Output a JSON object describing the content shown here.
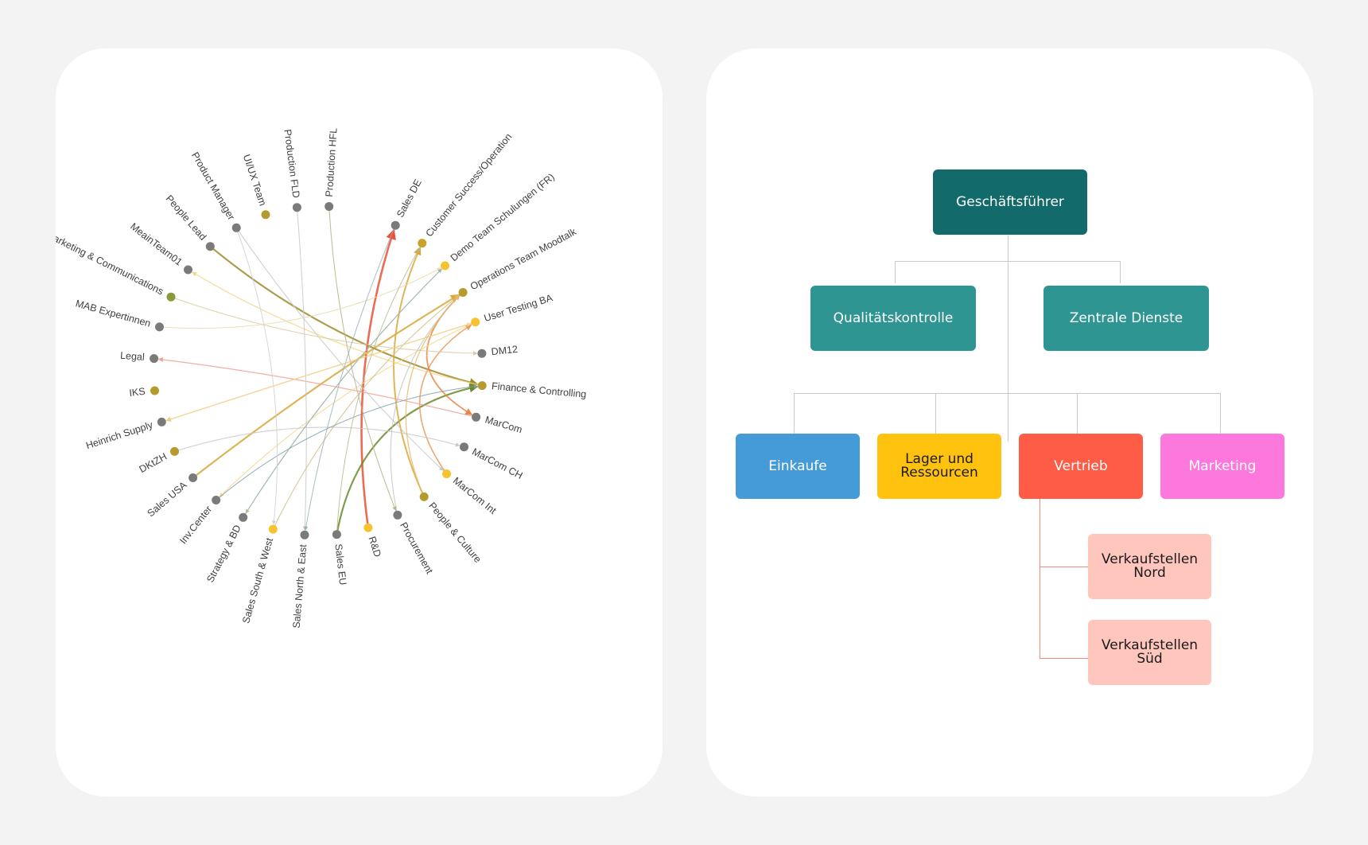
{
  "chord_diagram": {
    "nodes": [
      {
        "label": "Sales DE",
        "color": "#7a7a7a"
      },
      {
        "label": "Customer Success/Operation",
        "color": "#c9a227"
      },
      {
        "label": "Demo Team Schulungen (FR)",
        "color": "#f7c230"
      },
      {
        "label": "Operations Team Moodtalk",
        "color": "#b59b2e"
      },
      {
        "label": "User Testing BA",
        "color": "#f7c230"
      },
      {
        "label": "DM12",
        "color": "#7a7a7a"
      },
      {
        "label": "Finance & Controlling",
        "color": "#b59b2e"
      },
      {
        "label": "MarCom",
        "color": "#7a7a7a"
      },
      {
        "label": "MarCom CH",
        "color": "#7a7a7a"
      },
      {
        "label": "MarCom Int",
        "color": "#f7c230"
      },
      {
        "label": "People & Culture",
        "color": "#b59b2e"
      },
      {
        "label": "Procurement",
        "color": "#7a7a7a"
      },
      {
        "label": "R&D",
        "color": "#f7c230"
      },
      {
        "label": "Sales EU",
        "color": "#7a7a7a"
      },
      {
        "label": "Sales North & East",
        "color": "#7a7a7a"
      },
      {
        "label": "Sales South & West",
        "color": "#f7c230"
      },
      {
        "label": "Strategy & BD",
        "color": "#7a7a7a"
      },
      {
        "label": "Inv.Center",
        "color": "#7a7a7a"
      },
      {
        "label": "Sales USA",
        "color": "#7a7a7a"
      },
      {
        "label": "DKtZH",
        "color": "#b59b2e"
      },
      {
        "label": "Heinrich Supply",
        "color": "#7a7a7a"
      },
      {
        "label": "IKS",
        "color": "#b59b2e"
      },
      {
        "label": "Legal",
        "color": "#7a7a7a"
      },
      {
        "label": "MAB Expertinnen",
        "color": "#7a7a7a"
      },
      {
        "label": "Marketing & Communications",
        "color": "#8a9a3a"
      },
      {
        "label": "MeainTeam01",
        "color": "#7a7a7a"
      },
      {
        "label": "People Lead",
        "color": "#7a7a7a"
      },
      {
        "label": "Product Manager",
        "color": "#7a7a7a"
      },
      {
        "label": "UI/UX Team",
        "color": "#b59b2e"
      },
      {
        "label": "Production FLD",
        "color": "#7a7a7a"
      },
      {
        "label": "Production HFL",
        "color": "#7a7a7a"
      }
    ],
    "links": [
      {
        "from": "R&D",
        "to": "Sales DE",
        "color": "#e8513a",
        "width": 2.6
      },
      {
        "from": "Sales USA",
        "to": "Operations Team Moodtalk",
        "color": "#d9a93a",
        "width": 2.2
      },
      {
        "from": "People Lead",
        "to": "Finance & Controlling",
        "color": "#a08a2a",
        "width": 2.2
      },
      {
        "from": "Sales EU",
        "to": "Finance & Controlling",
        "color": "#6b8a2a",
        "width": 2.2
      },
      {
        "from": "People & Culture",
        "to": "Customer Success/Operation",
        "color": "#d9a93a",
        "width": 2
      },
      {
        "from": "MarCom Int",
        "to": "User Testing BA",
        "color": "#e89a5a",
        "width": 1.6
      },
      {
        "from": "Operations Team Moodtalk",
        "to": "MarCom",
        "color": "#e8874a",
        "width": 1.8
      },
      {
        "from": "User Testing BA",
        "to": "Heinrich Supply",
        "color": "#f5c26a",
        "width": 1.3
      },
      {
        "from": "MarCom",
        "to": "Legal",
        "color": "#f0a090",
        "width": 1.2
      },
      {
        "from": "Finance & Controlling",
        "to": "MeainTeam01",
        "color": "#f5d68a",
        "width": 1.2
      },
      {
        "from": "User Testing BA",
        "to": "Inv.Center",
        "color": "#f5d68a",
        "width": 1.1
      },
      {
        "from": "Demo Team Schulungen (FR)",
        "to": "Strategy & BD",
        "color": "#b8c98a",
        "width": 1.1
      },
      {
        "from": "Product Manager",
        "to": "MarCom Int",
        "color": "#c8c8c8",
        "width": 1.1
      },
      {
        "from": "Production FLD",
        "to": "Sales North & East",
        "color": "#c8c8c8",
        "width": 1.1
      },
      {
        "from": "Production HFL",
        "to": "Procurement",
        "color": "#b5b58a",
        "width": 1.1
      },
      {
        "from": "DKtZH",
        "to": "MarCom CH",
        "color": "#c8c8c8",
        "width": 1.1
      },
      {
        "from": "Sales South & West",
        "to": "Operations Team Moodtalk",
        "color": "#d0c08a",
        "width": 1.1
      },
      {
        "from": "Marketing & Communications",
        "to": "DM12",
        "color": "#d8cda0",
        "width": 1.1
      },
      {
        "from": "MAB Expertinnen",
        "to": "Demo Team Schulungen (FR)",
        "color": "#e8d8a8",
        "width": 1
      },
      {
        "from": "Sales DE",
        "to": "Sales North & East",
        "color": "#9ab0b8",
        "width": 1
      },
      {
        "from": "Strategy & BD",
        "to": "Demo Team Schulungen (FR)",
        "color": "#9ab0b8",
        "width": 1
      },
      {
        "from": "Inv.Center",
        "to": "Finance & Controlling",
        "color": "#7aa0a8",
        "width": 1
      },
      {
        "from": "Product Manager",
        "to": "Sales South & West",
        "color": "#d0d0d0",
        "width": 1
      },
      {
        "from": "Procurement",
        "to": "Operations Team Moodtalk",
        "color": "#c0c0c0",
        "width": 1
      },
      {
        "from": "Sales EU",
        "to": "Customer Success/Operation",
        "color": "#b8b890",
        "width": 1
      },
      {
        "from": "Heinrich Supply",
        "to": "User Testing BA",
        "color": "#f0d8a0",
        "width": 1
      },
      {
        "from": "People & Culture",
        "to": "Operations Team Moodtalk",
        "color": "#e8b86a",
        "width": 1.2
      }
    ]
  },
  "org_chart": {
    "root": {
      "label": "Geschäftsführer",
      "color": "#126a6a"
    },
    "level1": [
      {
        "label": "Qualitätskontrolle",
        "color": "#2f9592"
      },
      {
        "label": "Zentrale Dienste",
        "color": "#2f9592"
      }
    ],
    "level2": [
      {
        "label": "Einkaufe",
        "color": "#459bd8"
      },
      {
        "label": "Lager und Ressourcen",
        "color": "#fec20f"
      },
      {
        "label": "Vertrieb",
        "color": "#fe5c46"
      },
      {
        "label": "Marketing",
        "color": "#fd78dd"
      }
    ],
    "sub": [
      {
        "label": "Verkaufstellen Nord",
        "color": "#fec6bd"
      },
      {
        "label": "Verkaufstellen Süd",
        "color": "#fec6bd"
      }
    ]
  }
}
